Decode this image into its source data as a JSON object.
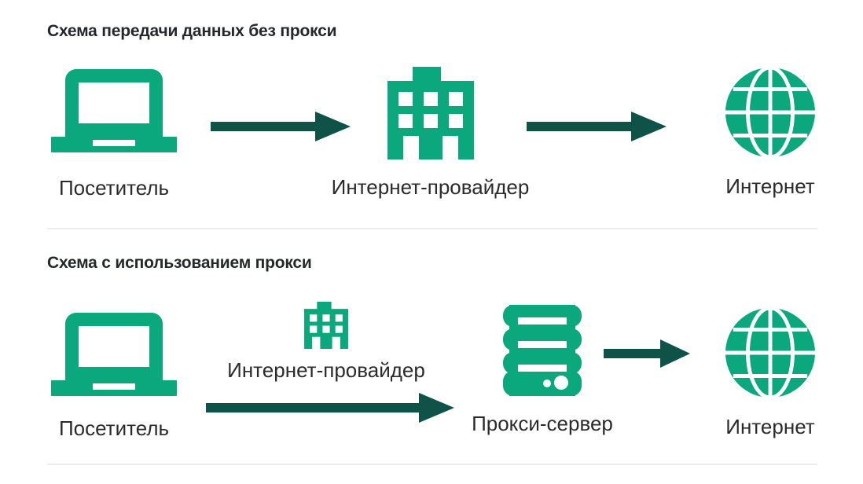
{
  "colors": {
    "green": "#0BA87E",
    "arrow": "#0E5248",
    "text": "#2B2B2B",
    "heading": "#25282B",
    "divider": "#ECECEC",
    "background": "#FFFFFF"
  },
  "sections": [
    {
      "id": "no-proxy",
      "title": "Схема передачи данных без прокси",
      "nodes": [
        {
          "id": "visitor",
          "icon": "laptop-icon",
          "label": "Посетитель"
        },
        {
          "id": "isp",
          "icon": "building-icon",
          "label": "Интернет-провайдер"
        },
        {
          "id": "internet",
          "icon": "globe-icon",
          "label": "Интернет"
        }
      ],
      "arrows": [
        {
          "id": "arrow-visitor-to-isp",
          "from": "visitor",
          "to": "isp"
        },
        {
          "id": "arrow-isp-to-internet",
          "from": "isp",
          "to": "internet"
        }
      ]
    },
    {
      "id": "with-proxy",
      "title": "Схема с использованием прокси",
      "nodes": [
        {
          "id": "visitor2",
          "icon": "laptop-icon",
          "label": "Посетитель"
        },
        {
          "id": "isp2",
          "icon": "building-icon",
          "label": "Интернет-провайдер"
        },
        {
          "id": "proxy",
          "icon": "server-icon",
          "label": "Прокси-сервер"
        },
        {
          "id": "internet2",
          "icon": "globe-icon",
          "label": "Интернет"
        }
      ],
      "arrows": [
        {
          "id": "arrow-visitor-to-proxy",
          "from": "visitor2",
          "to": "proxy"
        },
        {
          "id": "arrow-proxy-to-internet",
          "from": "proxy",
          "to": "internet2"
        }
      ]
    }
  ]
}
